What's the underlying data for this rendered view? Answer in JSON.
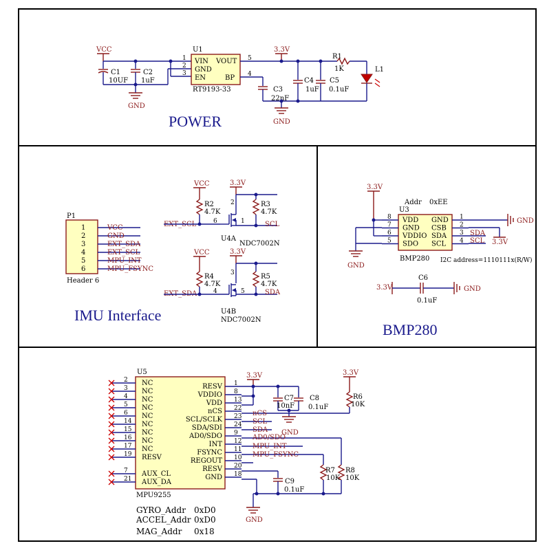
{
  "sections": {
    "power": "POWER",
    "imu": "IMU Interface",
    "bmp": "BMP280"
  },
  "power": {
    "vcc": "VCC",
    "gnd": "GND",
    "v33": "3.3V",
    "c1": {
      "ref": "C1",
      "val": "10UF"
    },
    "c2": {
      "ref": "C2",
      "val": "1uF"
    },
    "c3": {
      "ref": "C3",
      "val": "22nF"
    },
    "c4": {
      "ref": "C4",
      "val": "1uF"
    },
    "c5": {
      "ref": "C5",
      "val": "0.1uF"
    },
    "r1": {
      "ref": "R1",
      "val": "1K"
    },
    "l1": "L1",
    "u1": {
      "ref": "U1",
      "part": "RT9193-33",
      "pins": [
        "VIN",
        "GND",
        "EN",
        "VOUT",
        "BP"
      ],
      "nums": [
        "1",
        "2",
        "3",
        "5",
        "4"
      ]
    }
  },
  "imu": {
    "p1": {
      "ref": "P1",
      "part": "Header 6",
      "pins": [
        "1",
        "2",
        "3",
        "4",
        "5",
        "6"
      ],
      "nets": [
        "VCC",
        "GND",
        "EXT_SDA",
        "EXT_SCL",
        "MPU_INT",
        "MPU_FSYNC"
      ]
    },
    "r2": {
      "ref": "R2",
      "val": "4.7K"
    },
    "r3": {
      "ref": "R3",
      "val": "4.7K"
    },
    "r4": {
      "ref": "R4",
      "val": "4.7K"
    },
    "r5": {
      "ref": "R5",
      "val": "4.7K"
    },
    "u4a": {
      "ref": "U4A",
      "part": "NDC7002N"
    },
    "u4b": {
      "ref": "U4B",
      "part": "NDC7002N"
    },
    "ext_scl": "EXT_SCL",
    "ext_sda": "EXT_SDA",
    "scl": "SCL",
    "sda": "SDA",
    "vcc": "VCC",
    "v33": "3.3V",
    "pin6": "6",
    "pin1": "1",
    "pin2": "2",
    "pin4": "4",
    "pin3": "3",
    "pin5": "5"
  },
  "bmp": {
    "addr_label": "Addr",
    "addr_val": "0xEE",
    "u3": {
      "ref": "U3",
      "part": "BMP280"
    },
    "left_pins": [
      "VDD",
      "GND",
      "VDDIO",
      "SDO"
    ],
    "left_nums": [
      "8",
      "7",
      "6",
      "5"
    ],
    "right_pins": [
      "GND",
      "CSB",
      "SDA",
      "SCL"
    ],
    "right_nums": [
      "1",
      "2",
      "3",
      "4"
    ],
    "sda": "SDA",
    "scl": "SCL",
    "v33": "3.3V",
    "gnd": "GND",
    "i2c": "I2C address=1110111x(R/W)",
    "c6": {
      "ref": "C6",
      "val": "0.1uF"
    }
  },
  "mpu": {
    "u5": {
      "ref": "U5",
      "part": "MPU9255"
    },
    "left_pins": [
      "NC",
      "NC",
      "NC",
      "NC",
      "NC",
      "NC",
      "NC",
      "NC",
      "NC",
      "RESV",
      "AUX_CL",
      "AUX_DA"
    ],
    "left_nums": [
      "2",
      "3",
      "4",
      "5",
      "6",
      "14",
      "15",
      "16",
      "17",
      "19",
      "7",
      "21"
    ],
    "right_pins": [
      "RESV",
      "VDDIO",
      "VDD",
      "nCS",
      "SCL/SCLK",
      "SDA/SDI",
      "AD0/SDO",
      "INT",
      "FSYNC",
      "REGOUT",
      "RESV",
      "GND"
    ],
    "right_nums": [
      "1",
      "8",
      "13",
      "22",
      "23",
      "24",
      "9",
      "12",
      "11",
      "10",
      "20",
      "18"
    ],
    "nets": [
      "nCS",
      "SCL",
      "SDA",
      "AD0/SDO",
      "MPU_INT",
      "MPU_FSYNC"
    ],
    "c7": {
      "ref": "C7",
      "val": "10nF"
    },
    "c8": {
      "ref": "C8",
      "val": "0.1uF"
    },
    "c9": {
      "ref": "C9",
      "val": "0.1uF"
    },
    "r6": {
      "ref": "R6",
      "val": "10K"
    },
    "r7": {
      "ref": "R7",
      "val": "10K"
    },
    "r8": {
      "ref": "R8",
      "val": "10K"
    },
    "v33": "3.3V",
    "gnd": "GND",
    "addrs": [
      {
        "name": "GYRO_Addr",
        "val": "0xD0"
      },
      {
        "name": "ACCEL_Addr",
        "val": "0xD0"
      },
      {
        "name": "MAG_Addr",
        "val": "0x18"
      }
    ]
  }
}
